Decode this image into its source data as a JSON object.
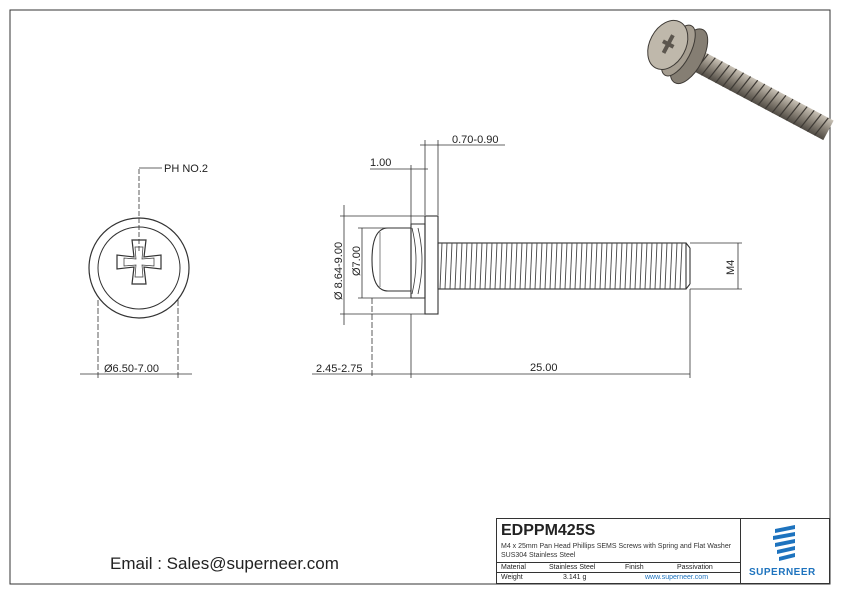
{
  "part_code": "EDPPM425S",
  "description": "M4 x 25mm Pan Head Phillips SEMS Screws with Spring and Flat Washer SUS304 Stainless Steel",
  "contact_email": "Email : Sales@superneer.com",
  "dimensions": {
    "drive": "PH NO.2",
    "head_dia": "Ø6.50-7.00",
    "washer_thk": "0.70-0.90",
    "spring_thk": "1.00",
    "flat_washer_dia": "Ø 8.64-9.00",
    "spring_washer_dia": "Ø7.00",
    "head_height": "2.45-2.75",
    "length": "25.00",
    "thread": "M4"
  },
  "title_block": {
    "material_label": "Material",
    "material_value": "Stainless Steel",
    "finish_label": "Finish",
    "finish_value": "Passivation",
    "weight_label": "Weight",
    "weight_value": "3.141 g",
    "website": "www.superneer.com",
    "brand": "SUPERNEER"
  },
  "colors": {
    "brand_blue": "#1e73be",
    "line": "#333333"
  }
}
